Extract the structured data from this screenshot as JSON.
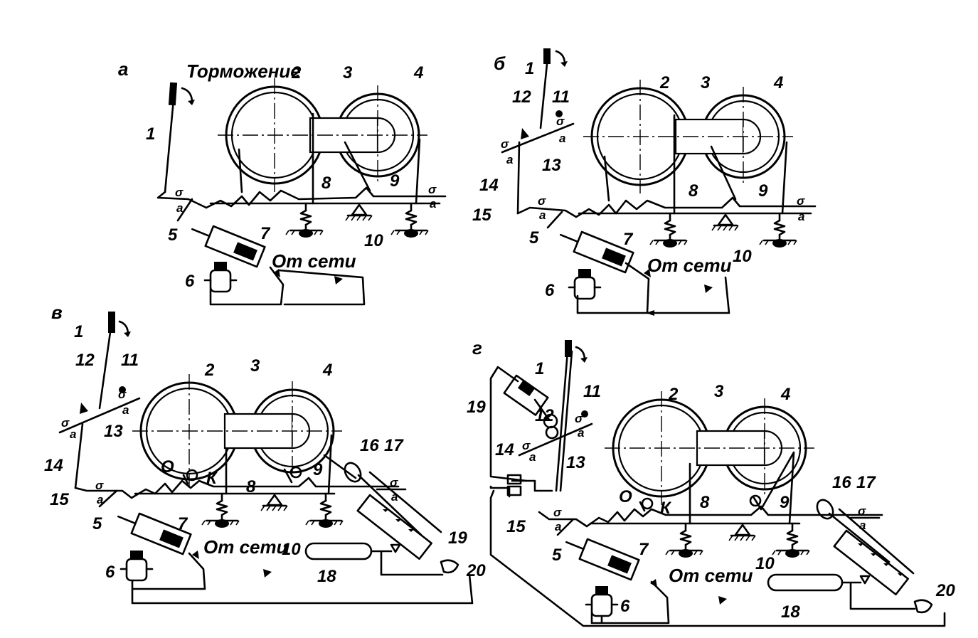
{
  "panels": [
    {
      "id": "a",
      "letter": "а",
      "caption": "Торможение",
      "network": "От сети",
      "numbers": [
        "1",
        "2",
        "3",
        "4",
        "5",
        "6",
        "7",
        "8",
        "9",
        "10"
      ],
      "small_marks": [
        "σ",
        "a",
        "σ",
        "a"
      ]
    },
    {
      "id": "b",
      "letter": "б",
      "network": "От сети",
      "numbers": [
        "1",
        "2",
        "3",
        "4",
        "5",
        "6",
        "7",
        "8",
        "9",
        "10",
        "11",
        "12",
        "13",
        "14",
        "15"
      ],
      "small_marks": [
        "σ",
        "a",
        "σ",
        "a",
        "σ",
        "a",
        "σ",
        "a"
      ]
    },
    {
      "id": "v",
      "letter": "в",
      "network": "От сети",
      "point_o": "О",
      "point_k": "К",
      "numbers": [
        "1",
        "2",
        "3",
        "4",
        "5",
        "6",
        "7",
        "8",
        "9",
        "10",
        "11",
        "12",
        "13",
        "14",
        "15",
        "16",
        "17",
        "18",
        "19",
        "20"
      ],
      "small_marks": [
        "σ",
        "a",
        "σ",
        "a",
        "σ",
        "a",
        "σ",
        "a",
        "σ",
        "a"
      ]
    },
    {
      "id": "g",
      "letter": "г",
      "network": "От сети",
      "point_o": "О",
      "point_k": "К",
      "numbers": [
        "1",
        "2",
        "3",
        "4",
        "5",
        "6",
        "7",
        "8",
        "9",
        "10",
        "11",
        "12",
        "13",
        "14",
        "15",
        "16",
        "17",
        "18",
        "19",
        "20"
      ],
      "small_marks": [
        "σ",
        "a",
        "σ",
        "a",
        "σ",
        "a",
        "σ",
        "a",
        "σ",
        "a"
      ]
    }
  ]
}
